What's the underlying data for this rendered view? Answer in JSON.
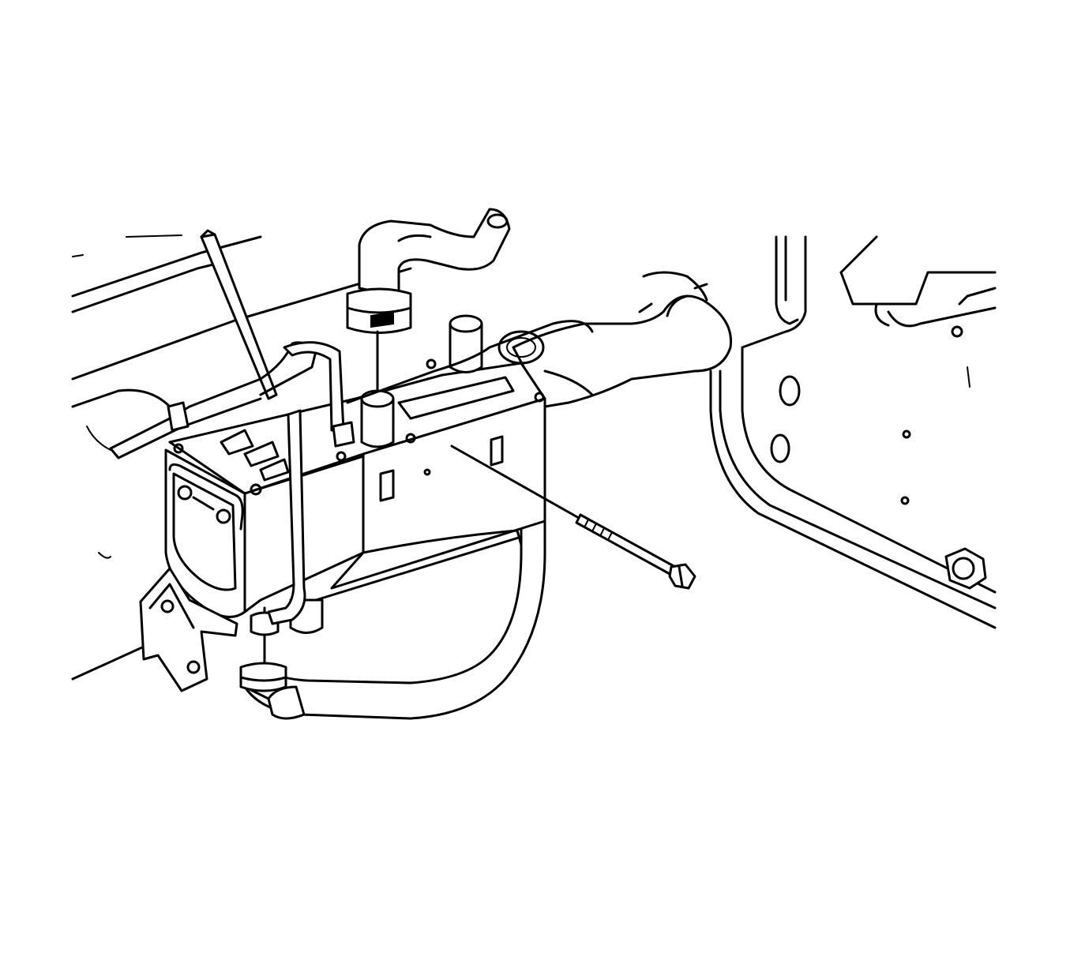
{
  "diagram": {
    "style": "black line-art technical illustration, no text labels",
    "colors": {
      "ink": "#000000",
      "background": "#ffffff"
    },
    "components": [
      "frame-rail-left",
      "frame-rail-right",
      "heater-unit",
      "inlet-hose",
      "outlet-hose",
      "return-hose",
      "hose-clamp-upper",
      "hose-clamp-lower",
      "fuel-line",
      "mounting-bolt",
      "mounting-bracket",
      "frame-nut"
    ]
  }
}
